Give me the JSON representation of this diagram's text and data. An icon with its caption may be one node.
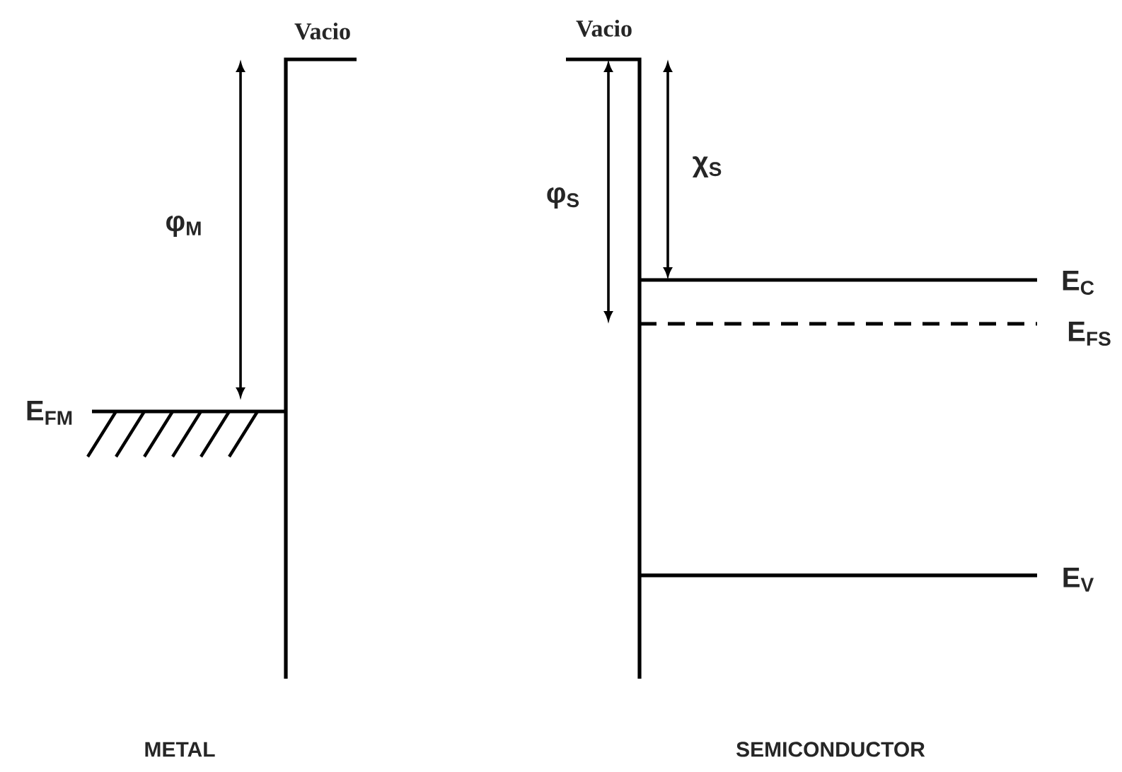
{
  "diagram": {
    "labels": [
      "Vacio",
      "Vacio",
      "χ$_{S}$",
      "φ$_{S}$",
      "φ$_{M}$",
      "E$_{C}$",
      "E$_{FS}$",
      "E$_{FM}$",
      "E$_{V}$",
      "METAL",
      "SEMICONDUCTOR"
    ]
  }
}
